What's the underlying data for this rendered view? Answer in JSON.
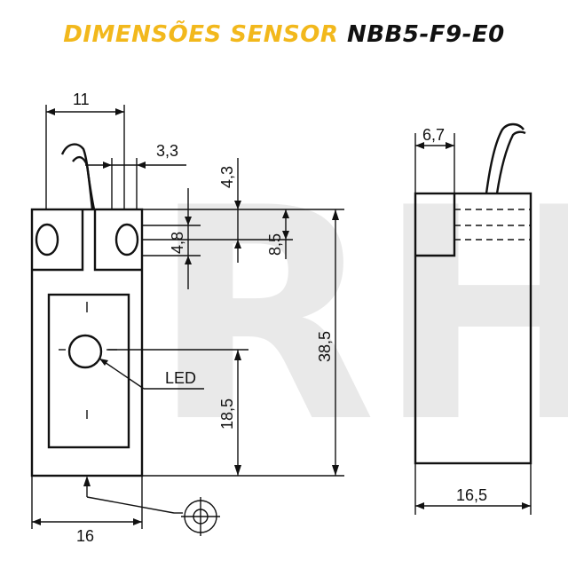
{
  "title": {
    "part1": "DIMENSÕES SENSOR",
    "part2": "NBB5-F9-E0",
    "accent_color": "#f2b81c",
    "text_color": "#111111"
  },
  "watermark": "RH",
  "dimensions": {
    "width_top": "11",
    "hole_offset": "3,3",
    "slot_height": "4,3",
    "hole_height": "4,8",
    "hole_center": "8,5",
    "total_height": "38,5",
    "led_height": "18,5",
    "base_width": "16",
    "side_top": "6,7",
    "side_width": "16,5"
  },
  "labels": {
    "led": "LED"
  },
  "icons": {
    "position_symbol": "target-crosshair-icon"
  }
}
